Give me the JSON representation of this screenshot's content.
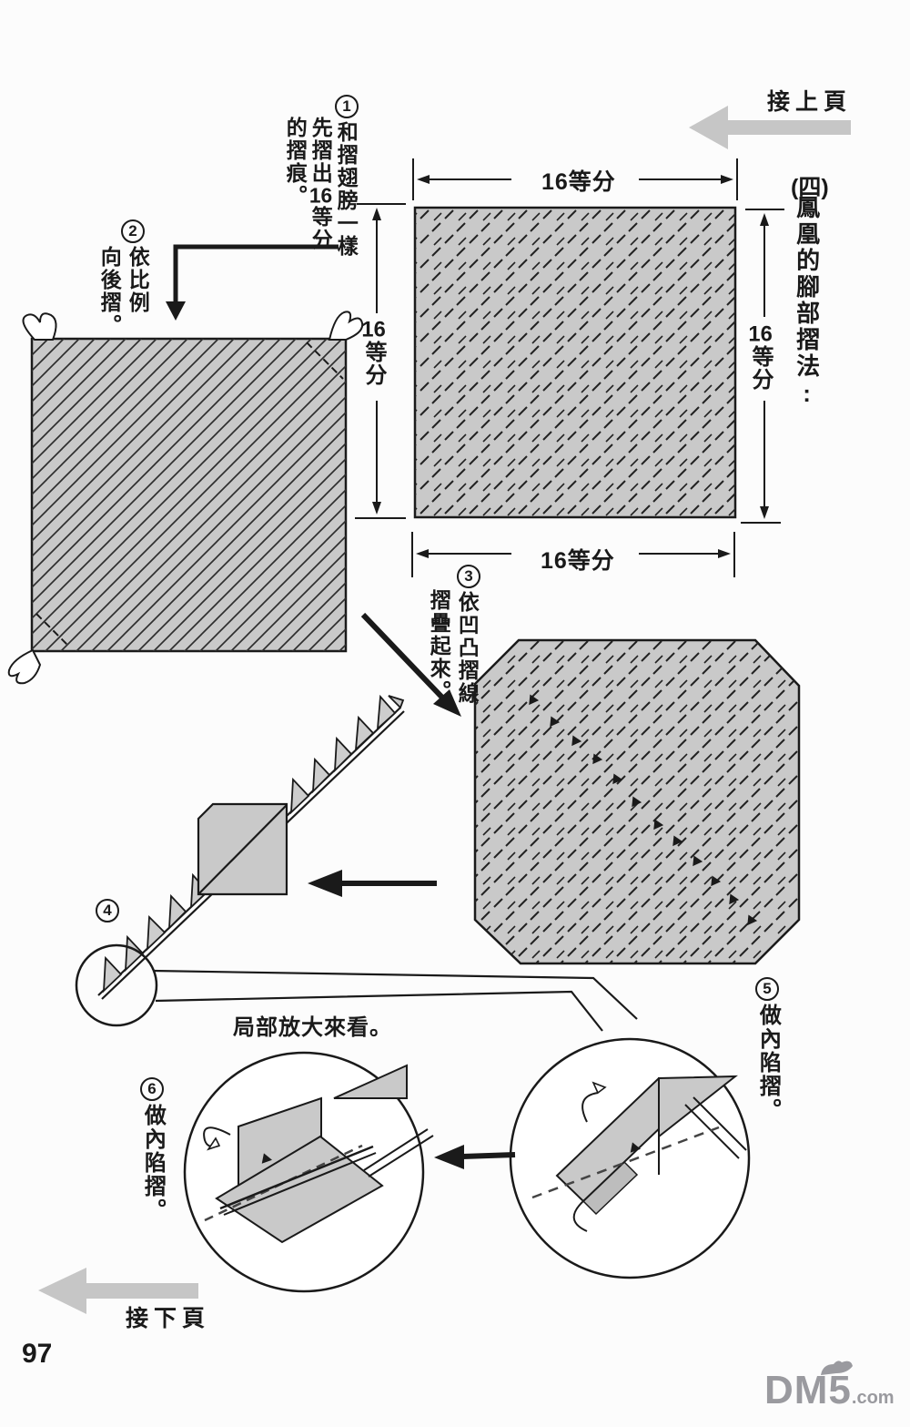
{
  "page": {
    "number": "97"
  },
  "nav": {
    "prev": "接上頁",
    "next": "接下頁"
  },
  "section_title": {
    "prefix": "(四)",
    "text": "鳳凰的腳部摺法:"
  },
  "magnify_label": "局部放大來看。",
  "dimensions": {
    "top": "16等分",
    "bottom": "16等分",
    "left_num": "16",
    "left_unit": "等分",
    "right_num": "16",
    "right_unit": "等分"
  },
  "steps": {
    "step1": {
      "num": "1",
      "col1": "和摺翅膀一樣",
      "col2_pre": "先摺出",
      "col2_num": "16",
      "col2_post": "等分",
      "col3": "的摺痕。"
    },
    "step2": {
      "num": "2",
      "col1": "依比例",
      "col2": "向後摺。"
    },
    "step3": {
      "num": "3",
      "col1": "依凹凸摺線",
      "col2": "摺疊起來。"
    },
    "step4": {
      "num": "4"
    },
    "step5": {
      "num": "5",
      "text": "做內陷摺。"
    },
    "step6": {
      "num": "6",
      "text": "做內陷摺。"
    }
  },
  "watermark": {
    "name": "DM5",
    "suffix": ".com"
  },
  "colors": {
    "paper_gray": "#c9c9c9",
    "ink": "#1a1a1a",
    "nav_arrow_gray": "#c6c6c6",
    "watermark_gray": "#9a9a9f"
  }
}
